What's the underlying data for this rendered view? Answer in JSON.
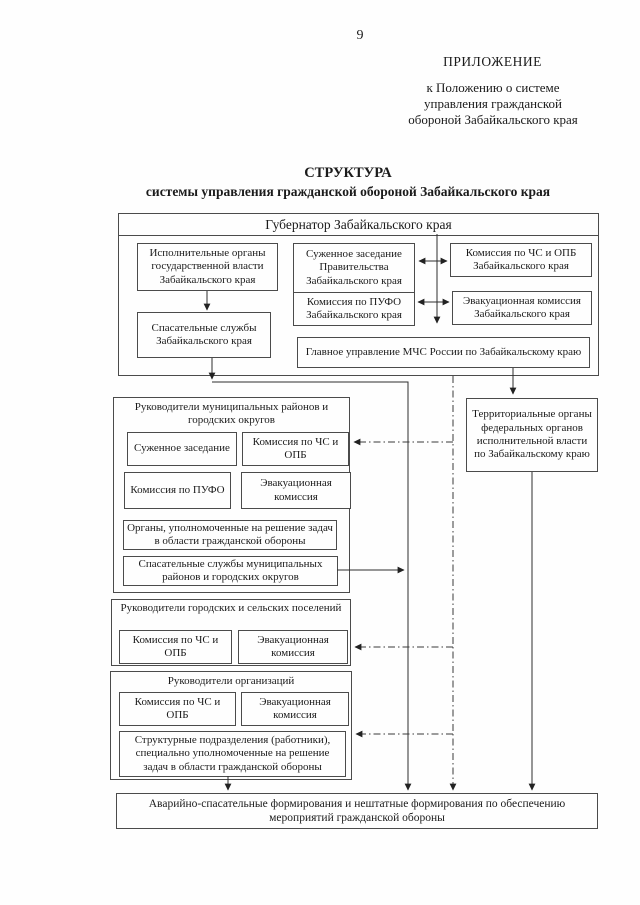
{
  "header": {
    "page_number": "9",
    "appendix_label": "ПРИЛОЖЕНИЕ",
    "appendix_reference": "к Положению о системе управления гражданской обороной Забайкальского края"
  },
  "title": {
    "line1": "СТРУКТУРА",
    "line2": "системы управления гражданской обороной  Забайкальского края"
  },
  "diagram": {
    "governor": "Губернатор Забайкальского края",
    "exec_bodies": "Исполнительные органы государственной власти Забайкальского края",
    "rescue_services": "Спасательные службы Забайкальского края",
    "narrow_session": "Суженное заседание Правительства Забайкальского края",
    "pufo_commission": "Комиссия по ПУФО Забайкальского края",
    "chs_opb_commission": "Комиссия по ЧС и ОПБ Забайкальского края",
    "evac_commission": "Эвакуационная комиссия Забайкальского края",
    "mchs_main_office": "Главное управление МЧС России по Забайкальскому краю",
    "territorial_bodies": "Территориальные органы федеральных органов исполнительной власти по Забайкальскому краю",
    "municipal": {
      "title": "Руководители муниципальных районов и городских округов",
      "narrow_session": "Суженное заседание",
      "chs_opb": "Комиссия по ЧС и ОПБ",
      "pufo": "Комиссия по ПУФО",
      "evac": "Эвакуационная комиссия",
      "authorized_bodies": "Органы,  уполномоченные на решение задач в области гражданской обороны",
      "rescue_services": "Спасательные службы муниципальных районов и городских округов"
    },
    "settlements": {
      "title": "Руководители городских и сельских поселений",
      "chs_opb": "Комиссия по ЧС и ОПБ",
      "evac": "Эвакуационная комиссия"
    },
    "organizations": {
      "title": "Руководители  организаций",
      "chs_opb": "Комиссия по ЧС и ОПБ",
      "evac": "Эвакуационная комиссия",
      "structural_units": "Структурные подразделения (работники), специально уполномоченные на  решение задач в области гражданской обороны"
    },
    "emergency_formations": "Аварийно-спасательные формирования и нештатные формирования по обеспечению мероприятий гражданской обороны",
    "line_color": "#2d2d2d"
  }
}
